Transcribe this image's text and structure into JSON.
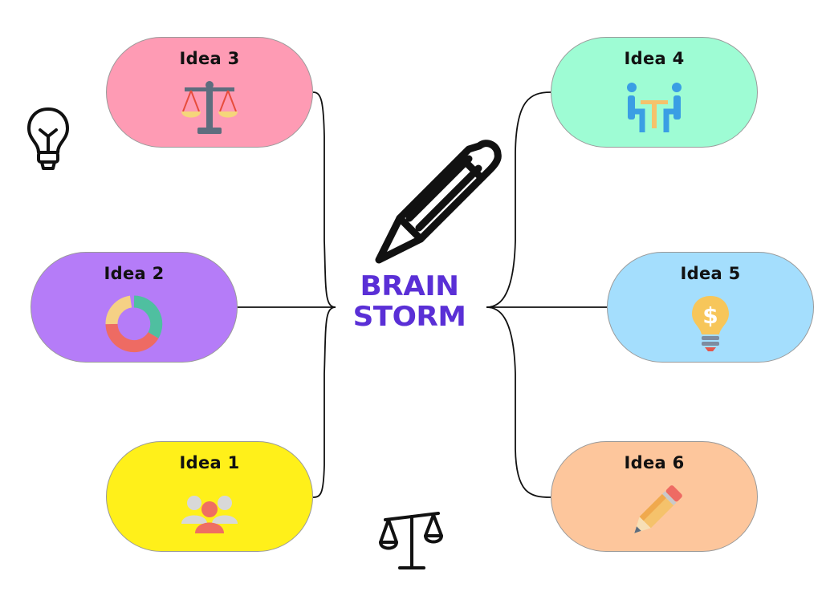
{
  "center": {
    "line1": "BRAIN",
    "line2": "STORM"
  },
  "colors": {
    "center_text": "#5a2fd6",
    "idea_1": "#fff01a",
    "idea_2": "#b57cf8",
    "idea_3": "#fe9bb4",
    "idea_4": "#9efcd4",
    "idea_5": "#a4defd",
    "idea_6": "#fdc69c"
  },
  "ideas": [
    {
      "label": "Idea 1",
      "icon": "people-icon"
    },
    {
      "label": "Idea 2",
      "icon": "donut-chart-icon"
    },
    {
      "label": "Idea 3",
      "icon": "balance-scale-icon"
    },
    {
      "label": "Idea 4",
      "icon": "meeting-table-icon"
    },
    {
      "label": "Idea 5",
      "icon": "money-lightbulb-icon"
    },
    {
      "label": "Idea 6",
      "icon": "pencil-icon"
    }
  ],
  "decorations": [
    "pencil-icon",
    "lightbulb-icon",
    "balance-scale-icon"
  ]
}
